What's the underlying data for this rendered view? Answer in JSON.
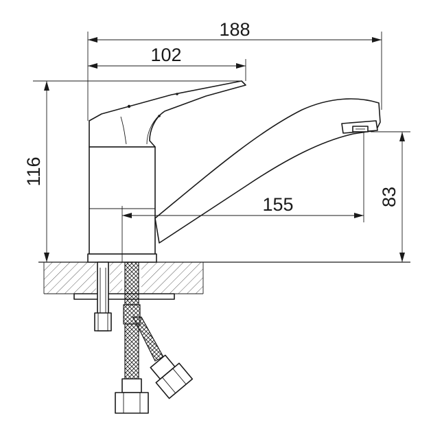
{
  "dimensions": {
    "overall_length": "188",
    "lever_length": "102",
    "total_height": "116",
    "spout_reach": "155",
    "spout_height": "83"
  }
}
